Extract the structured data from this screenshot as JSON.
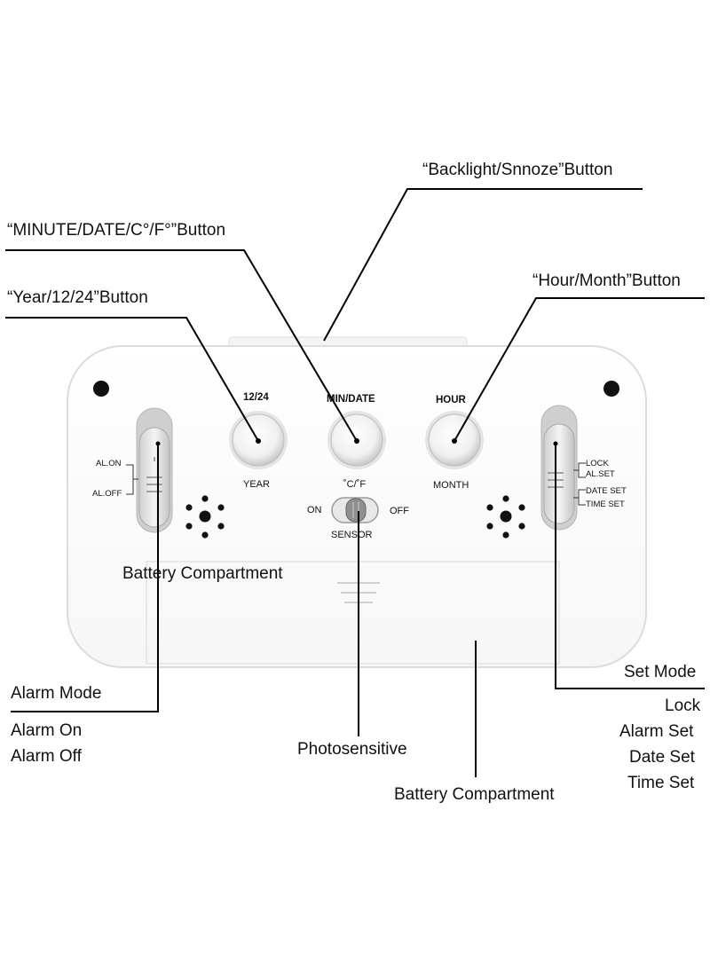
{
  "callouts": {
    "backlight": "“Backlight/Snnoze”Button",
    "minute_date": "“MINUTE/DATE/C°/F°”Button",
    "year": "“Year/12/24”Button",
    "hour_month": "“Hour/Month”Button",
    "battery_inner": "Battery Compartment",
    "alarm_mode": "Alarm Mode",
    "alarm_on": "Alarm On",
    "alarm_off": "Alarm Off",
    "photosensitive": "Photosensitive",
    "battery_bottom": "Battery Compartment",
    "set_mode": "Set Mode",
    "lock": "Lock",
    "alarm_set": "Alarm Set",
    "date_set": "Date Set",
    "time_set": "Time Set"
  },
  "device": {
    "btn_left_top": "12/24",
    "btn_left_bottom": "YEAR",
    "btn_mid_top": "MIN/DATE",
    "btn_right_top": "HOUR",
    "btn_right_bottom": "MONTH",
    "temp_unit": "˚C/˚F",
    "switch_on": "ON",
    "switch_off": "OFF",
    "sensor": "SENSOR",
    "al_on": "AL.ON",
    "al_off": "AL.OFF",
    "lock_small": "LOCK",
    "al_set_small": "AL.SET",
    "date_set_small": "DATE SET",
    "time_set_small": "TIME SET"
  }
}
